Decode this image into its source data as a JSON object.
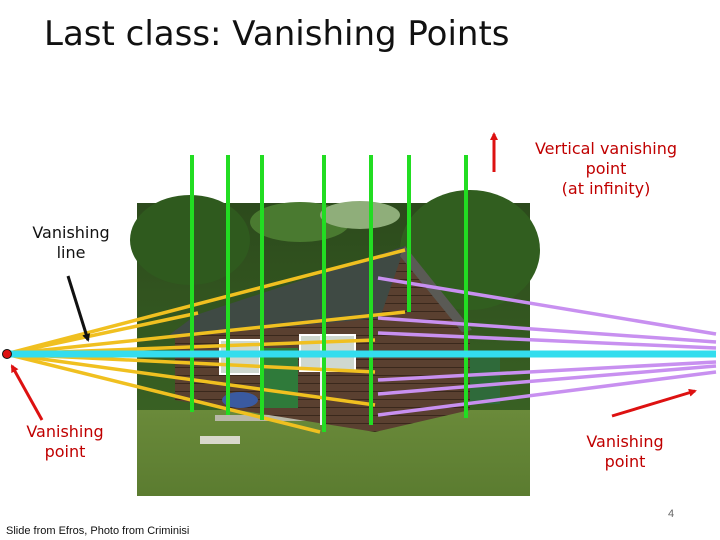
{
  "slide": {
    "title": "Last class: Vanishing Points",
    "page_number": "4",
    "credit": "Slide from Efros, Photo from Criminisi"
  },
  "labels": {
    "vertical_vp": [
      "Vertical vanishing",
      "point",
      "(at infinity)"
    ],
    "vanishing_line": [
      "Vanishing",
      "line"
    ],
    "left_vp": [
      "Vanishing",
      "point"
    ],
    "right_vp": [
      "Vanishing",
      "point"
    ]
  },
  "colors": {
    "vertical_lines": "#22dd22",
    "left_lines": "#f0c020",
    "right_lines": "#c890f0",
    "horizon": "#33ddee",
    "annotation": "#dd1111",
    "point": "#dd1111"
  }
}
